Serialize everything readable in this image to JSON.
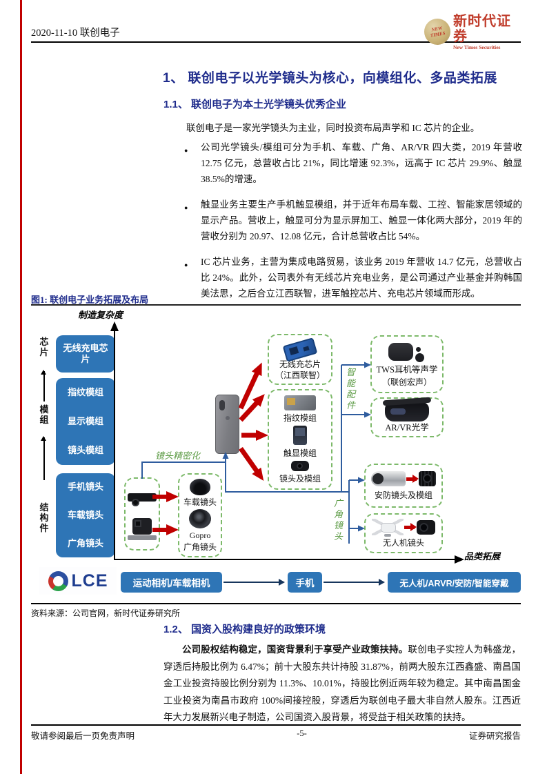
{
  "colors": {
    "accent_blue": "#1F2C8C",
    "box_blue": "#2E75B6",
    "connector_blue": "#2E5C9E",
    "green": "#7CB969",
    "green_text": "#5E9C47",
    "red": "#C00000",
    "brand_red": "#C03C2B",
    "brand_gold": "#C9B174",
    "lce_blue": "#1E3D8F",
    "flow_arrow": "#17365D"
  },
  "header": {
    "date_company": "2020-11-10 联创电子",
    "brand": {
      "badge": "NEW TIMES",
      "name_cn": "新时代证券",
      "name_en": "New Times Securities"
    }
  },
  "sections": {
    "h1": "1、 联创电子以光学镜头为核心，向模组化、多品类拓展",
    "h1_1": "1.1、 联创电子为本土光学镜头优秀企业",
    "intro": "联创电子是一家光学镜头为主业，同时投资布局声学和 IC 芯片的企业。",
    "bullets": [
      "公司光学镜头/模组可分为手机、车载、广角、AR/VR 四大类，2019 年营收 12.75 亿元，总营收占比 21%，同比增速 92.3%，远高于 IC 芯片 29.9%、触显 38.5%的增速。",
      "触显业务主要生产手机触显模组，并于近年布局车载、工控、智能家居领域的显示产品。营收上，触显可分为显示屏加工、触显一体化两大部分，2019 年的营收分别为 20.97、12.08 亿元，合计总营收占比 54%。",
      "IC 芯片业务，主营为集成电路贸易，该业务 2019 年营收 14.7 亿元，总营收占比 24%。此外，公司表外有无线芯片充电业务，是公司通过产业基金并购韩国美法思，之后合立江西联智，进军触控芯片、充电芯片领域而形成。"
    ],
    "h1_2": "1.2、 国资入股构建良好的政策环境",
    "p2_bold": "公司股权结构稳定，国资背景利于享受产业政策扶持。",
    "p2_rest": "联创电子实控人为韩盛龙，穿透后持股比例为 6.47%；前十大股东共计持股 31.87%，前两大股东江西鑫盛、南昌国金工业投资持股比例分别为 11.3%、10.01%，持股比例近两年较为稳定。其中南昌国金工业投资为南昌市政府 100%间接控股，穿透后为联创电子最大非自然人股东。江西近年大力发展新兴电子制造，公司国资入股背景，将受益于相关政策的扶持。"
  },
  "figure": {
    "caption": "图1:  联创电子业务拓展及布局",
    "source": "资料来源：公司官网，新时代证券研究所",
    "y_axis_label": "制造复杂度",
    "x_axis_label": "品类拓展",
    "categories": [
      "芯片",
      "模组",
      "结构件"
    ],
    "chip_box_label": "无线充电芯片",
    "module_box_labels": [
      "指纹模组",
      "显示模组",
      "镜头模组"
    ],
    "structure_box_labels": [
      "手机镜头",
      "车载镜头",
      "广角镜头"
    ],
    "wireless_chip_card": [
      "无线充芯片",
      "（江西联智）"
    ],
    "phone_module_card": [
      "指纹模组",
      "触显模组",
      "镜头及模组"
    ],
    "tws_card": [
      "TWS耳机等声学",
      "（联创宏声）"
    ],
    "arvr_card_label": "AR/VR光学",
    "vehicle_lens_label": "车载镜头",
    "gopro_lens_label": [
      "Gopro",
      "广角镜头"
    ],
    "security_card_label": "安防镜头及模组",
    "drone_card_label": "无人机镜头",
    "lens_precision_label": "镜头精密化",
    "smart_accessory_label": "智能配件",
    "wide_angle_label": "广角镜头",
    "flow": {
      "logo_text": "LCE",
      "steps": [
        "运动相机/车载相机",
        "手机",
        "无人机/ARVR/安防/智能穿戴"
      ]
    }
  },
  "footer": {
    "left": "敬请参阅最后一页免责声明",
    "page": "-5-",
    "right": "证券研究报告"
  }
}
